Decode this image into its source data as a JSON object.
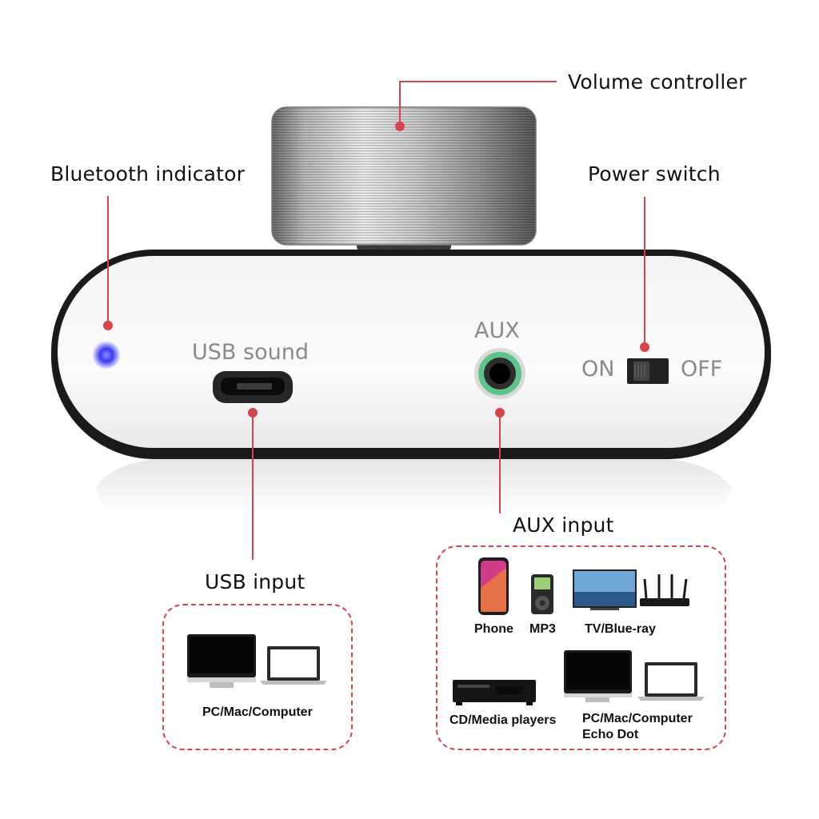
{
  "callouts": {
    "volume": "Volume controller",
    "bluetooth": "Bluetooth indicator",
    "power": "Power switch",
    "aux_input": "AUX input",
    "usb_input": "USB input"
  },
  "panel": {
    "usb_sound": "USB sound",
    "aux": "AUX",
    "on": "ON",
    "off": "OFF"
  },
  "usb_box": {
    "label": "PC/Mac/Computer"
  },
  "aux_box": {
    "phone": "Phone",
    "mp3": "MP3",
    "tv": "TV/Blue-ray",
    "cd": "CD/Media players",
    "pc_line1": "PC/Mac/Computer",
    "pc_line2": "Echo Dot"
  },
  "colors": {
    "leader": "#d9434b",
    "bluetooth_led": "#3b3bf0",
    "aux_ring": "#5fc48a"
  }
}
